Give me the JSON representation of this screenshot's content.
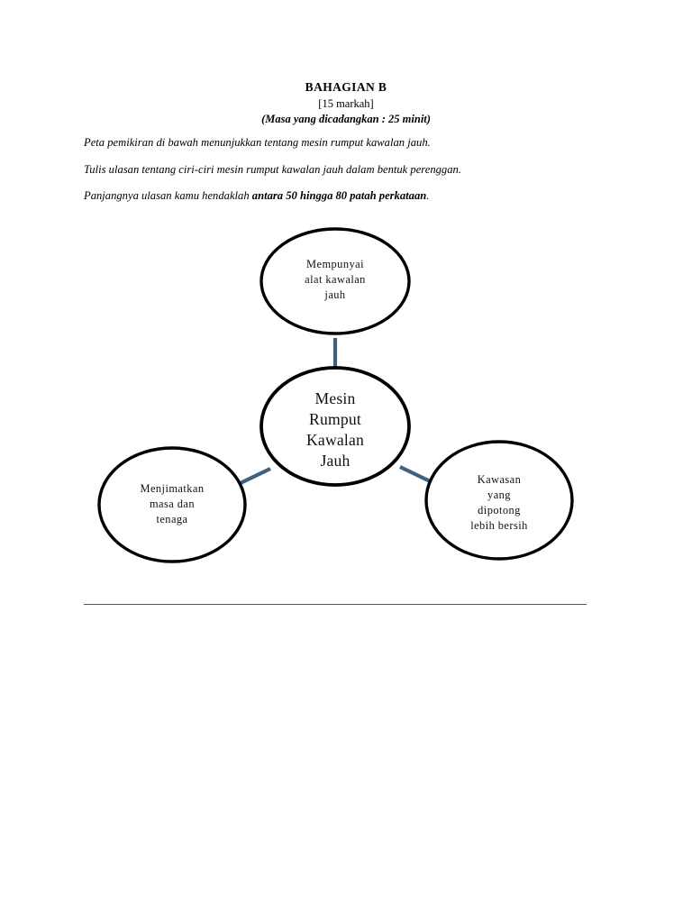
{
  "document": {
    "header": {
      "title": "BAHAGIAN B",
      "marks": "[15 markah]",
      "time": "(Masa yang dicadangkan : 25 minit)"
    },
    "instructions": [
      {
        "text": "Peta pemikiran di bawah menunjukkan tentang mesin rumput kawalan jauh.",
        "bold_suffix": ""
      },
      {
        "text": "Tulis ulasan tentang ciri-ciri mesin rumput kawalan jauh dalam bentuk perenggan.",
        "bold_suffix": ""
      },
      {
        "text": "Panjangnya ulasan kamu hendaklah ",
        "bold_suffix": "antara 50 hingga 80 patah perkataan",
        "tail": "."
      }
    ]
  },
  "bubble_map": {
    "center": {
      "label": "Mesin Rumput Kawalan Jauh",
      "lines": [
        "Mesin",
        "Rumput",
        "Kawalan",
        "Jauh"
      ]
    },
    "nodes": [
      {
        "id": "top",
        "label": "Mempunyai alat kawalan jauh",
        "lines": [
          "Mempunyai",
          "alat kawalan",
          "jauh"
        ]
      },
      {
        "id": "bottom-left",
        "label": "Menjimatkan masa dan tenaga",
        "lines": [
          "Menjimatkan",
          "masa dan",
          "tenaga"
        ]
      },
      {
        "id": "bottom-right",
        "label": "Kawasan yang dipotong lebih bersih",
        "lines": [
          "Kawasan",
          "yang",
          "dipotong",
          "lebih bersih"
        ]
      }
    ],
    "colors": {
      "circle_stroke": "#000000",
      "circle_fill": "#ffffff",
      "connector": "#40607f",
      "text": "#111111",
      "rule": "#595959"
    }
  }
}
